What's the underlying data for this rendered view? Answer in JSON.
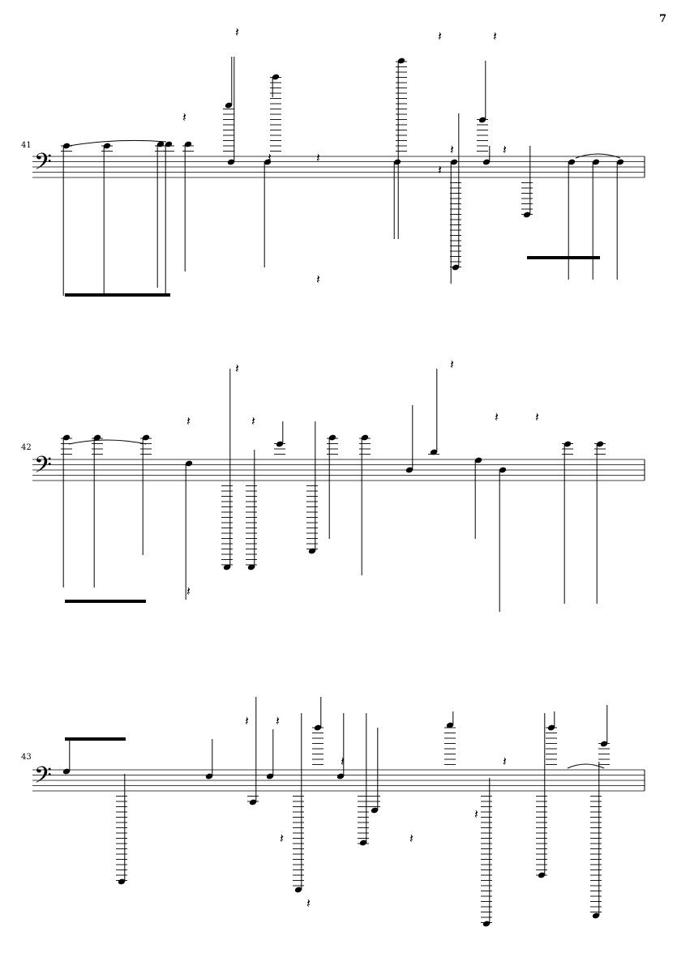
{
  "page": {
    "number": "7"
  },
  "systems": [
    {
      "measure_number": "41"
    },
    {
      "measure_number": "42"
    },
    {
      "measure_number": "43"
    }
  ],
  "clef": "bass-clef-icon"
}
